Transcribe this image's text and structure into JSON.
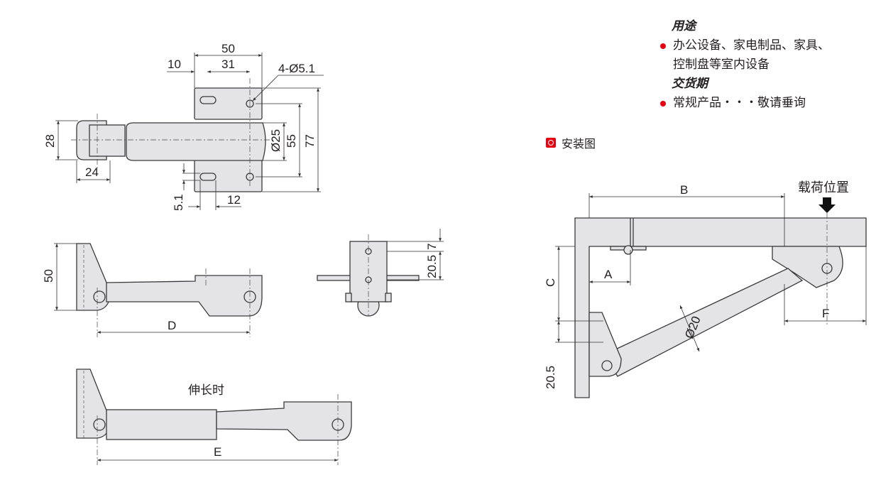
{
  "info": {
    "usage_title": "用途",
    "usage_line1": "办公设备、家电制品、家具、",
    "usage_line2": "控制盘等室内设备",
    "delivery_title": "交货期",
    "delivery_text": "常规产品・・・敬请垂询"
  },
  "install": {
    "title": "安装图",
    "load_position": "载荷位置",
    "A": "A",
    "B": "B",
    "C": "C",
    "F": "F",
    "d20": "Ø20",
    "h20_5": "20.5"
  },
  "top_view": {
    "d50": "50",
    "d10": "10",
    "d31": "31",
    "holes": "4-Ø5.1",
    "d28": "28",
    "d24": "24",
    "d25": "Ø25",
    "d55": "55",
    "d77": "77",
    "d5_1": "5.1",
    "d12": "12"
  },
  "side_view": {
    "d50": "50",
    "D": "D"
  },
  "front_view": {
    "d20_5": "20.5",
    "d7": "7"
  },
  "extended_view": {
    "title": "伸长时",
    "E": "E"
  },
  "colors": {
    "accent": "#e60012",
    "part_fill": "#e4e4e6"
  }
}
